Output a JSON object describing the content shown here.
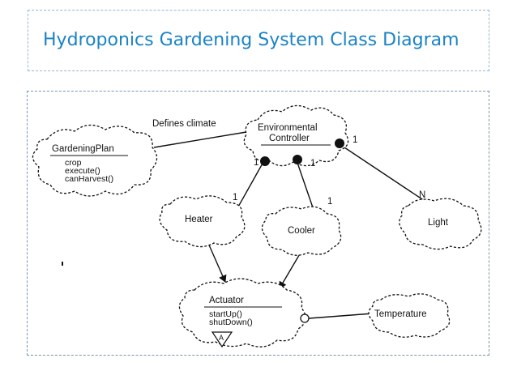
{
  "slide": {
    "title": "Hydroponics Gardening System Class Diagram"
  },
  "diagram": {
    "classes": {
      "gardening_plan": {
        "name": "GardeningPlan",
        "ops": [
          "crop",
          "execute()",
          "canHarvest()"
        ]
      },
      "environmental_controller": {
        "name_line1": "Environmental",
        "name_line2": "Controller"
      },
      "heater": {
        "name": "Heater"
      },
      "cooler": {
        "name": "Cooler"
      },
      "light": {
        "name": "Light"
      },
      "actuator": {
        "name": "Actuator",
        "ops": [
          "startUp()",
          "shutDown()"
        ],
        "abstract_mark": "A"
      },
      "temperature": {
        "name": "Temperature"
      }
    },
    "associations": {
      "defines_climate": "Defines climate"
    },
    "multiplicities": {
      "ctrl_heater_near": "1",
      "ctrl_heater_far": "1",
      "ctrl_cooler_near": "1",
      "ctrl_cooler_far": "1",
      "ctrl_light_near": "1",
      "ctrl_light_far": "N"
    }
  }
}
